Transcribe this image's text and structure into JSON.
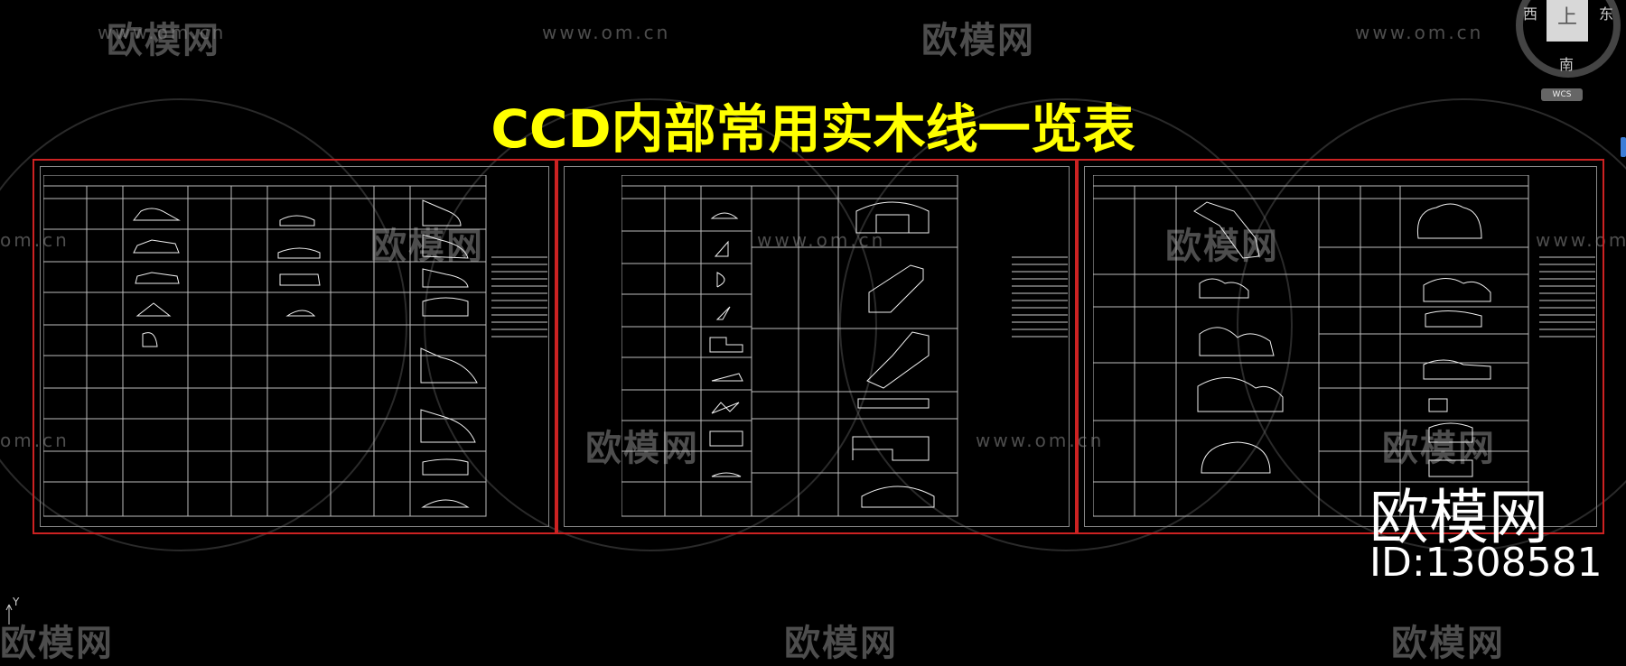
{
  "title": "CCD内部常用实木线一览表",
  "watermark": {
    "logo": "欧模网",
    "url": "www.om.cn",
    "url_short": "om.cn"
  },
  "brand": {
    "logo": "欧模网",
    "id": "ID:1308581"
  },
  "compass": {
    "west": "西",
    "east": "东",
    "south": "南",
    "top": "上",
    "wcs": "WCS"
  },
  "ucs": {
    "axis": "Y"
  },
  "colors": {
    "title": "#ffff00",
    "frame": "#cc2222",
    "background": "#000000",
    "line": "#cccccc"
  }
}
